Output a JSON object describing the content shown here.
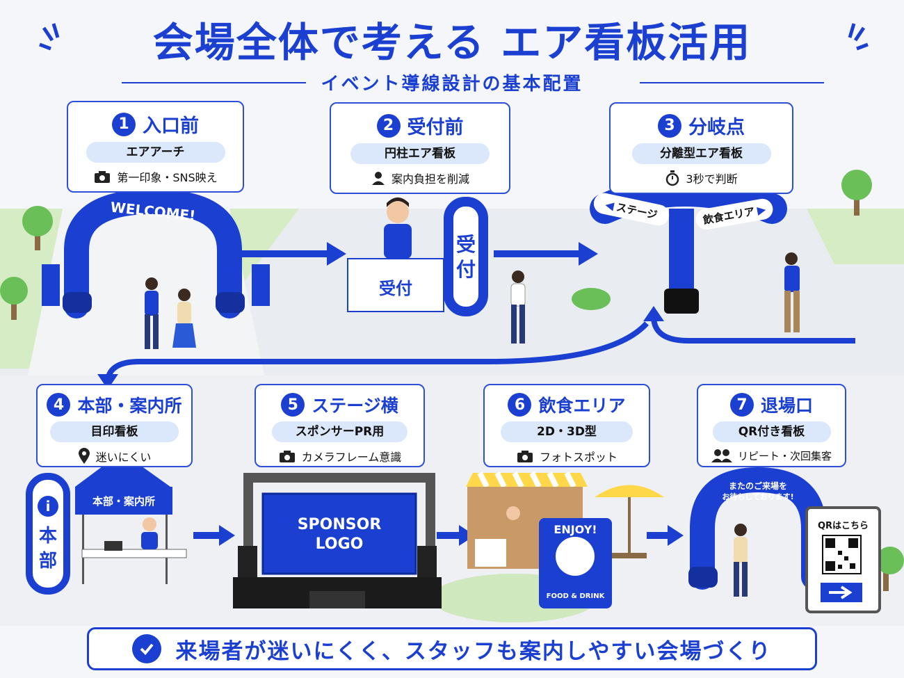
{
  "title": "会場全体で考える エア看板活用",
  "subtitle": "イベント導線設計の基本配置",
  "colors": {
    "primary": "#1a3fd1",
    "pill": "#dbe7fb"
  },
  "cards": [
    {
      "num": "1",
      "heading": "入口前",
      "pill": "エアアーチ",
      "icon": "camera-icon",
      "note": "第一印象・SNS映え"
    },
    {
      "num": "2",
      "heading": "受付前",
      "pill": "円柱エア看板",
      "icon": "person-icon",
      "note": "案内負担を削減"
    },
    {
      "num": "3",
      "heading": "分岐点",
      "pill": "分離型エア看板",
      "icon": "stopwatch-icon",
      "note": "3秒で判断"
    },
    {
      "num": "4",
      "heading": "本部・案内所",
      "pill": "目印看板",
      "icon": "map-pin-icon",
      "note": "迷いにくい"
    },
    {
      "num": "5",
      "heading": "ステージ横",
      "pill": "スポンサーPR用",
      "icon": "camera-icon",
      "note": "カメラフレーム意識"
    },
    {
      "num": "6",
      "heading": "飲食エリア",
      "pill": "2D・3D型",
      "icon": "camera-icon",
      "note": "フォトスポット"
    },
    {
      "num": "7",
      "heading": "退場口",
      "pill": "QR付き看板",
      "icon": "people-icon",
      "note": "リピート・次回集客"
    }
  ],
  "scene": {
    "welcome": "WELCOME!",
    "reception_desk": "受付",
    "reception_column_top": "受",
    "reception_column_bottom": "付",
    "sign_left": "ステージ",
    "sign_right": "飲食エリア",
    "info_i": "i",
    "info_top": "本",
    "info_bottom": "部",
    "tent": "本部・案内所",
    "sponsor_line1": "SPONSOR",
    "sponsor_line2": "LOGO",
    "enjoy": "ENJOY!",
    "food_drink": "FOOD & DRINK",
    "exit_line1": "またのご来場を",
    "exit_line2": "お待ちしております!",
    "qr": "QRはこちら"
  },
  "footer": "来場者が迷いにくく、スタッフも案内しやすい会場づくり"
}
